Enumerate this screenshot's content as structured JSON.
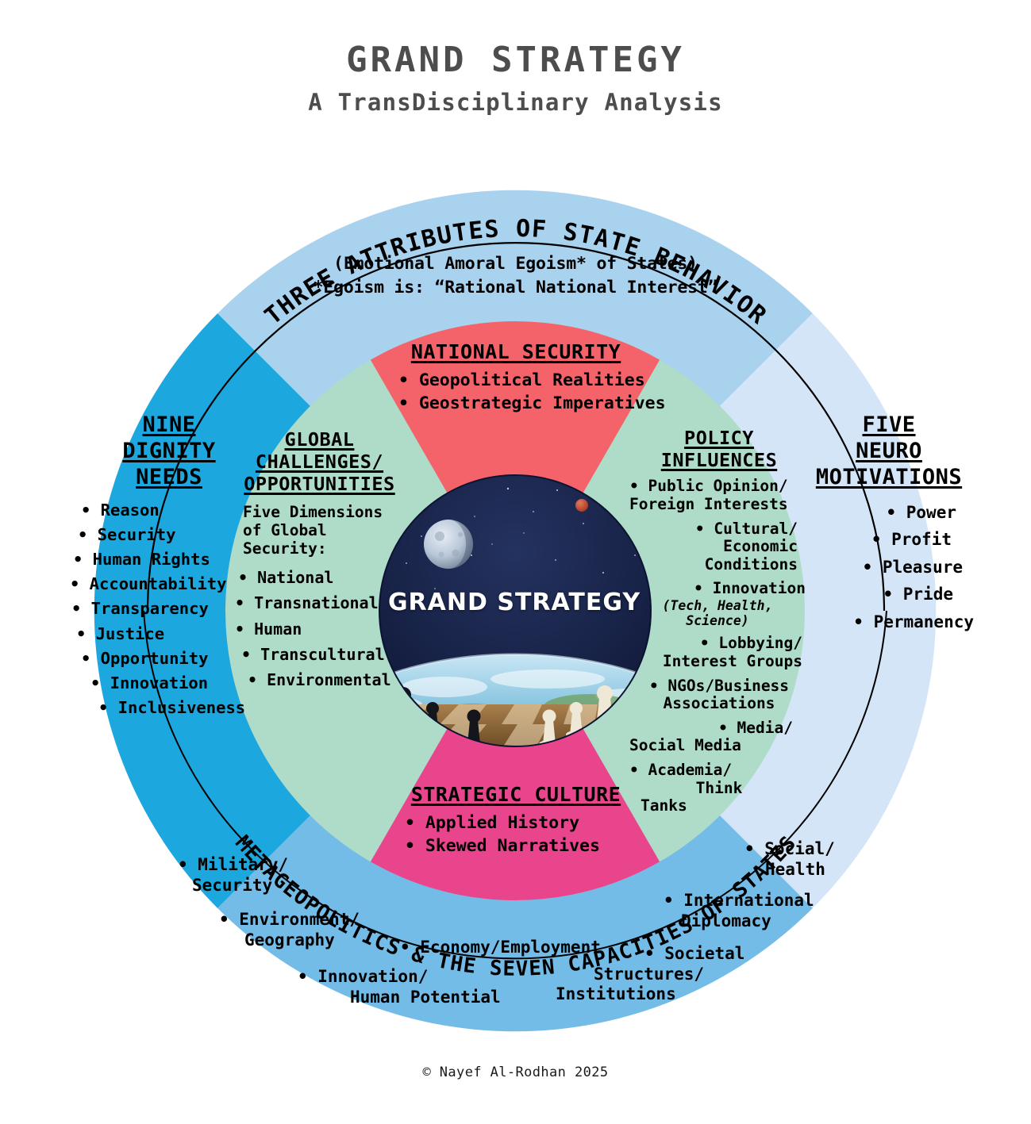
{
  "page": {
    "title": "GRAND STRATEGY",
    "subtitle": "A TransDisciplinary Analysis",
    "copyright": "© Nayef Al-Rodhan 2025"
  },
  "colors": {
    "ring_top": "#a9d2ef",
    "ring_left": "#1ca7de",
    "ring_right": "#d5e5f8",
    "ring_bottom": "#74bce8",
    "inner_disc": "#aedcc8",
    "wedge_national_security": "#f4636a",
    "wedge_strategic_culture": "#e8458c",
    "center_space": "#16224a",
    "title_grey": "#4d4d4d"
  },
  "outer_ring": {
    "top_arc_label": "THREE ATTRIBUTES OF STATE BEHAVIOR",
    "top_note_line1": "(Emotional Amoral Egoism* of States)",
    "top_note_line2": "*Egoism is: “Rational National Interest”",
    "bottom_arc_label": "METAGEOPOLITICS & THE SEVEN CAPACITIES OF STATES",
    "left": {
      "heading": [
        "NINE",
        "DIGNITY",
        "NEEDS"
      ],
      "items": [
        "• Reason",
        "• Security",
        "• Human Rights",
        "• Accountability",
        "• Transparency",
        "• Justice",
        "• Opportunity",
        "• Innovation",
        "• Inclusiveness"
      ]
    },
    "right": {
      "heading": [
        "FIVE",
        "NEURO",
        "MOTIVATIONS"
      ],
      "items": [
        "• Power",
        "• Profit",
        "• Pleasure",
        "• Pride",
        "• Permanency"
      ]
    },
    "capacities": [
      {
        "lines": [
          "• Military/",
          "Security"
        ]
      },
      {
        "lines": [
          "• Environment/",
          "Geography"
        ]
      },
      {
        "lines": [
          "• Innovation/",
          "Human Potential"
        ]
      },
      {
        "lines": [
          "• Economy/Employment"
        ]
      },
      {
        "lines": [
          "• Societal",
          "Structures/",
          "Institutions"
        ]
      },
      {
        "lines": [
          "• International",
          "Diplomacy"
        ]
      },
      {
        "lines": [
          "• Social/",
          "Health"
        ]
      }
    ]
  },
  "inner_disc": {
    "national_security": {
      "heading": "NATIONAL SECURITY",
      "items": [
        "• Geopolitical Realities",
        "• Geostrategic Imperatives"
      ]
    },
    "strategic_culture": {
      "heading": "STRATEGIC CULTURE",
      "items": [
        "• Applied History",
        "• Skewed Narratives"
      ]
    },
    "global_challenges": {
      "heading": [
        "GLOBAL",
        "CHALLENGES/",
        "OPPORTUNITIES"
      ],
      "lead": [
        "Five Dimensions",
        "of Global",
        "Security:"
      ],
      "items": [
        "• National",
        "• Transnational",
        "• Human",
        "• Transcultural",
        "• Environmental"
      ]
    },
    "policy_influences": {
      "heading": [
        "POLICY",
        "INFLUENCES"
      ],
      "items": [
        {
          "lines": [
            "• Public Opinion/",
            "Foreign Interests"
          ],
          "align": "left"
        },
        {
          "lines": [
            "• Cultural/",
            "Economic",
            "Conditions"
          ],
          "align": "right"
        },
        {
          "lines": [
            "• Innovation"
          ],
          "align": "right",
          "note": "(Tech, Health, Science)"
        },
        {
          "lines": [
            "• Lobbying/",
            "Interest Groups"
          ],
          "align": "right"
        },
        {
          "lines": [
            "• NGOs/Business",
            "Associations"
          ],
          "align": "center"
        },
        {
          "lines": [
            "• Media/",
            "Social Media"
          ],
          "align": "right"
        },
        {
          "lines": [
            "• Academia/",
            "Think",
            "Tanks"
          ],
          "align": "left"
        }
      ]
    }
  },
  "center": {
    "label": "GRAND STRATEGY",
    "imagery": [
      "moon-icon",
      "red-planet-icon",
      "earth-horizon",
      "chessboard",
      "black-chess-pieces",
      "white-chess-pieces"
    ]
  }
}
